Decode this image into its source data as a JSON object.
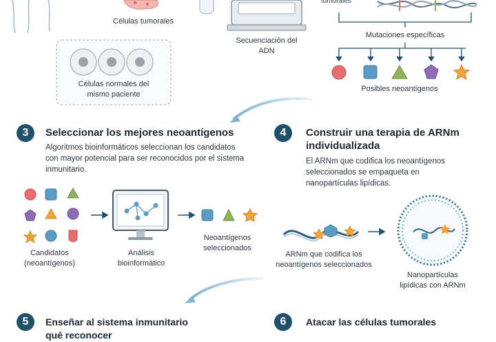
{
  "top": {
    "tumor_cells_label": "Células tumorales",
    "normal_cells_label": "Células normales del mismo paciente",
    "sequencing_label": "Secuenciación del ADN",
    "tumor_fragment_label": "tumorales",
    "mutations_label": "Mutaciones específicas",
    "neoantigens_label": "Posibles neoantígenos"
  },
  "step3": {
    "number": "3",
    "title": "Seleccionar los mejores neoantígenos",
    "description": "Algoritmos bioinformáticos seleccionan los candidatos con mayor potencial para ser reconocidos por el sistema inmunitario.",
    "candidates_label": "Candidatos (neoantígenos)",
    "analysis_label": "Análisis bioinformático",
    "selected_label": "Neoantígenos seleccionados"
  },
  "step4": {
    "number": "4",
    "title": "Construir una terapia de ARNm individualizada",
    "description": "El ARNm que codifica los neoantígenos seleccionados se empaqueta en nanopartículas lipídicas.",
    "mrna_label": "ARNm que codifica los neoantígenos seleccionados",
    "nanoparticle_label": "Nanopartículas lipídicas con ARNm"
  },
  "step5": {
    "number": "5",
    "title": "Enseñar al sistema inmunitario qué reconocer"
  },
  "step6": {
    "number": "6",
    "title": "Atacar las células tumorales"
  },
  "colors": {
    "accent": "#21506b",
    "red": "#e86e6e",
    "blue": "#5b9cc4",
    "green": "#8fb45a",
    "purple": "#8e6bb3",
    "orange": "#f2a23a"
  }
}
